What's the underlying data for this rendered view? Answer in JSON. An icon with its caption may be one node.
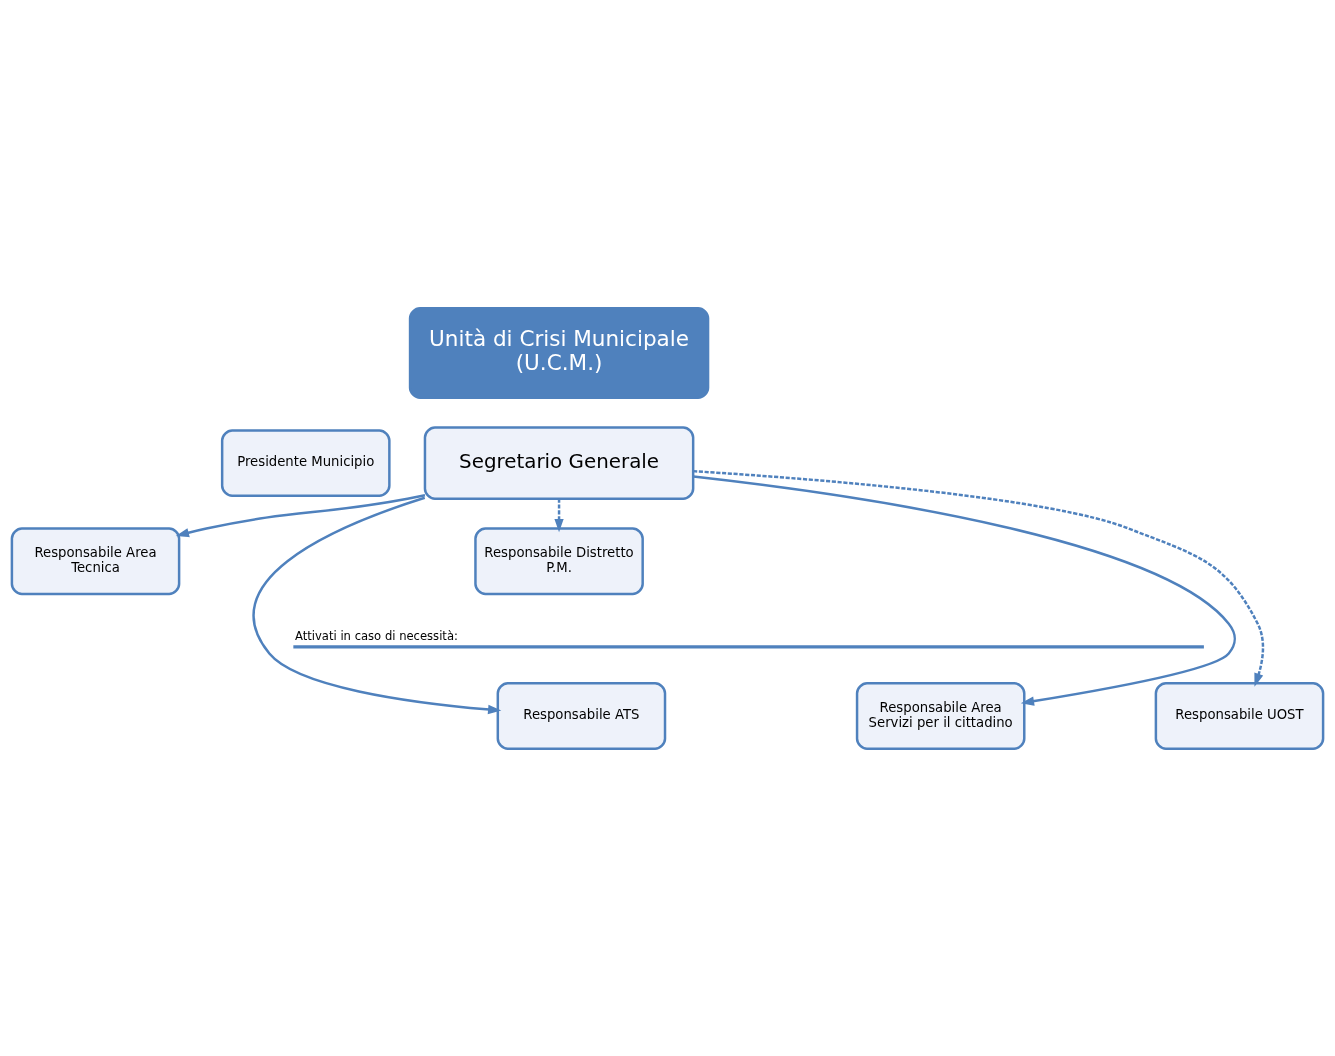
{
  "diagram": {
    "nodes": [
      {
        "text": [
          "Unità di Crisi Municipale (U.C.M.)"
        ]
      },
      {
        "text": [
          "Presidente Municipio"
        ]
      },
      {
        "text": [
          "Segretario Generale"
        ]
      },
      {
        "text": [
          "Responsabile Area Tecnica"
        ]
      },
      {
        "text": [
          "Responsabile Distretto P.M."
        ]
      },
      {
        "text": [
          "Responsabile ATS"
        ]
      },
      {
        "text": [
          "Responsabile Area Servizi per il cittadino"
        ]
      },
      {
        "text": [
          "Responsabile UOST"
        ]
      }
    ],
    "edges": [
      {
        "from": 2,
        "to": 3,
        "arrow": "to"
      },
      {
        "from": 2,
        "to": 4,
        "arrow": "to",
        "style": "dashed"
      },
      {
        "from": 2,
        "to": 5,
        "arrow": "to"
      },
      {
        "from": 2,
        "to": 6,
        "arrow": "to"
      },
      {
        "from": 2,
        "to": 7,
        "arrow": "to",
        "style": "dashed"
      }
    ],
    "labels": [
      "Attivati in caso di necessità:"
    ]
  }
}
